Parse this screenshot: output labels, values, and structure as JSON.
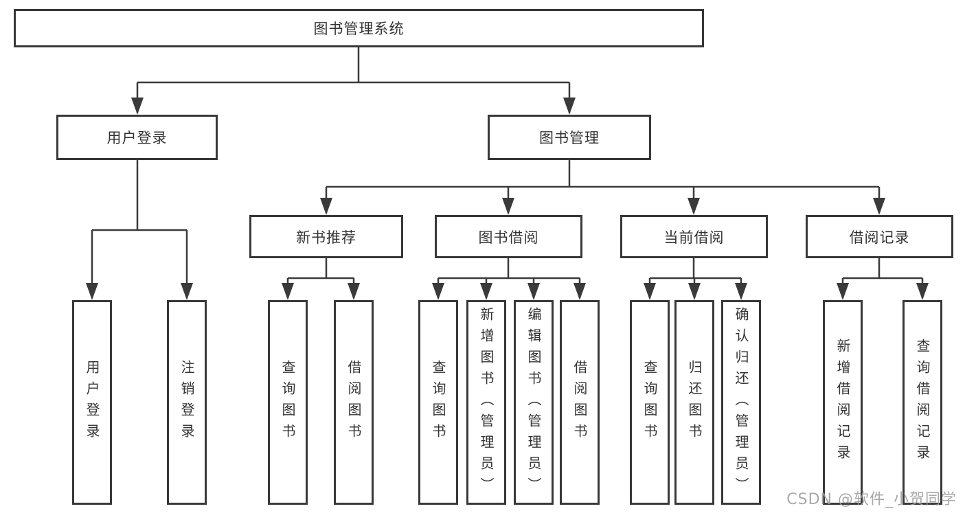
{
  "diagram": {
    "root": {
      "label": "图书管理系统"
    },
    "branches": [
      {
        "label": "用户登录",
        "leaves": [
          {
            "label": "用户登录"
          },
          {
            "label": "注销登录"
          }
        ]
      },
      {
        "label": "图书管理",
        "sections": [
          {
            "label": "新书推荐",
            "leaves": [
              {
                "label": "查询图书"
              },
              {
                "label": "借阅图书"
              }
            ]
          },
          {
            "label": "图书借阅",
            "leaves": [
              {
                "label": "查询图书"
              },
              {
                "label": "新增图书（管理员）"
              },
              {
                "label": "编辑图书（管理员）"
              },
              {
                "label": "借阅图书"
              }
            ]
          },
          {
            "label": "当前借阅",
            "leaves": [
              {
                "label": "查询图书"
              },
              {
                "label": "归还图书"
              },
              {
                "label": "确认归还（管理员）"
              }
            ]
          },
          {
            "label": "借阅记录",
            "leaves": [
              {
                "label": "新增借阅记录"
              },
              {
                "label": "查询借阅记录"
              }
            ]
          }
        ]
      }
    ]
  },
  "watermark": {
    "text": "CSDN @软件_小贺同学"
  },
  "colors": {
    "line": "#3a3a3a",
    "box_border": "#383838",
    "text": "#333333",
    "watermark": "#9e9e9e",
    "background": "#ffffff"
  }
}
